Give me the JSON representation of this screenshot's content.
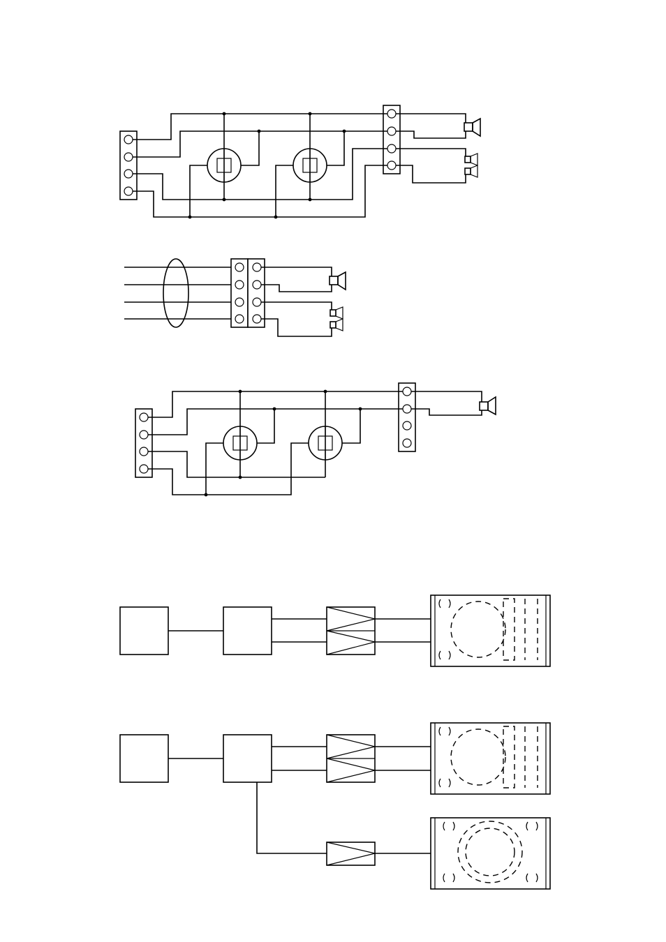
{
  "diagrams": [
    {
      "id": "wiring-two-amps-two-speakers"
    },
    {
      "id": "wiring-direct-cable-two-speakers"
    },
    {
      "id": "wiring-two-amps-one-speaker"
    },
    {
      "id": "block-system-single-cabinet"
    },
    {
      "id": "block-system-with-subwoofer"
    }
  ],
  "colors": {
    "line": "#000000",
    "background": "#ffffff"
  }
}
